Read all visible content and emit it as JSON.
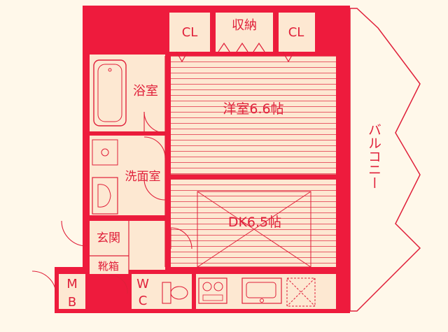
{
  "rooms": {
    "closet_left": "CL",
    "storage": "収納",
    "closet_right": "CL",
    "bathroom": "浴室",
    "western_room": "洋室6.6帖",
    "washroom": "洗面室",
    "dk": "DK6.5帖",
    "entrance": "玄関",
    "shoe_box": "靴箱",
    "mb": [
      "M",
      "B"
    ],
    "wc": [
      "W",
      "C"
    ],
    "balcony": "バルコニー"
  },
  "colors": {
    "wall": "#ee1b3d",
    "line": "#e0203a",
    "floor": "#fde8d2",
    "background": "#fff8ea"
  }
}
